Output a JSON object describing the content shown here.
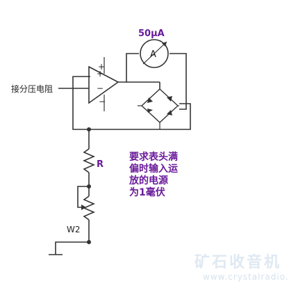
{
  "labels": {
    "input": "接分压电阻",
    "meter_current": "50μA",
    "meter_symbol": "A",
    "resistor": "R",
    "pot": "W2",
    "opamp_plus": "+",
    "opamp_minus": "−",
    "opamp_plus_top": "+",
    "opamp_minus_bottom": "−"
  },
  "note": {
    "lines": [
      "要求表头满",
      "偏时输入运",
      "放的电源",
      "为1毫伏"
    ]
  },
  "watermark": {
    "title": "矿石收音机",
    "url": "www.crystalradio.cn"
  },
  "colors": {
    "wire": "#333333",
    "note": "#6a1b9a",
    "meter_label": "#6a1b9a"
  }
}
